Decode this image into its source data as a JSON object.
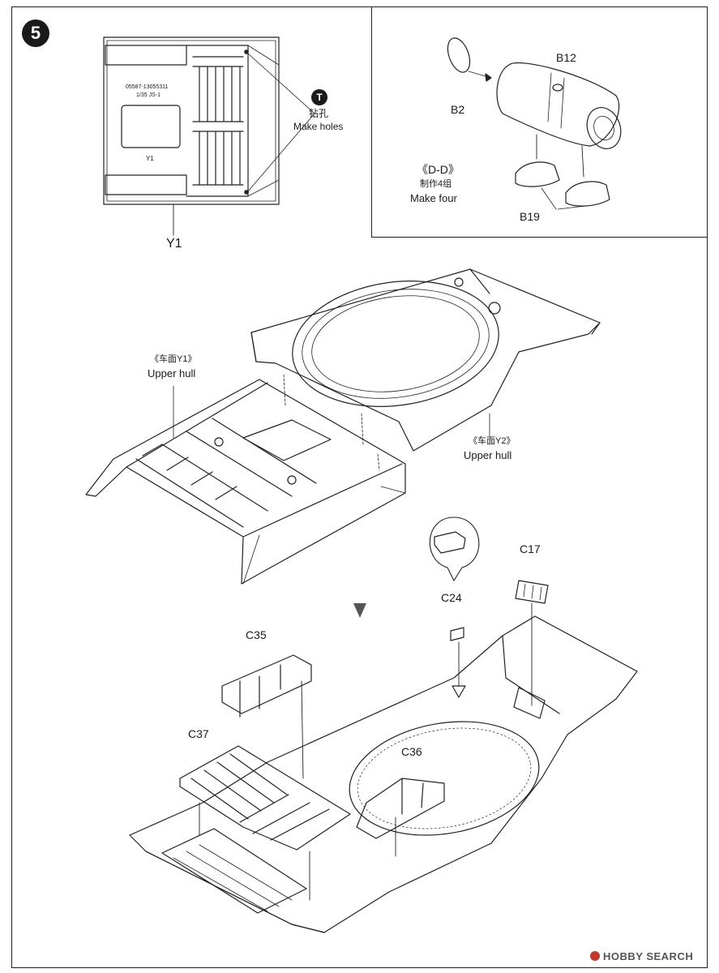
{
  "step": {
    "number": "5"
  },
  "top_part": {
    "label": "Y1",
    "molded_code": "05587-13055311",
    "molded_scale": "1/35  JS-1",
    "molded_id": "Y1"
  },
  "drill_note": {
    "symbol": "T",
    "text_cn": "钻孔",
    "text_en": "Make holes"
  },
  "inset": {
    "title": "《D-D》",
    "make_cn": "制作4组",
    "make_en": "Make four",
    "parts": {
      "b12": "B12",
      "b2": "B2",
      "b19": "B19"
    }
  },
  "upper_hull_y1": {
    "name_cn": "《车面Y1》",
    "name_en": "Upper hull"
  },
  "upper_hull_y2": {
    "name_cn": "《车面Y2》",
    "name_en": "Upper hull"
  },
  "parts": {
    "c17": "C17",
    "c24": "C24",
    "c35": "C35",
    "c36": "C36",
    "c37": "C37"
  },
  "watermark": {
    "text": "HOBBY SEARCH",
    "logo_color": "#c0392b"
  }
}
